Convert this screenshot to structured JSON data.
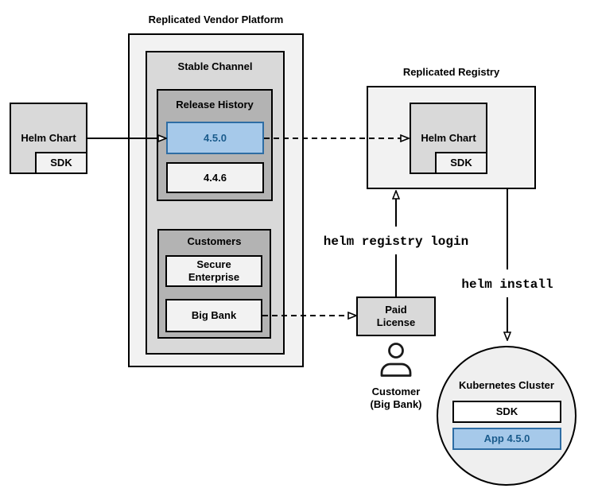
{
  "diagram": {
    "vendor_platform": {
      "title": "Replicated Vendor Platform",
      "stable_channel": {
        "label": "Stable Channel",
        "release_history": {
          "label": "Release History",
          "releases": [
            {
              "version": "4.5.0",
              "highlighted": true
            },
            {
              "version": "4.4.6",
              "highlighted": false
            }
          ]
        },
        "customers": {
          "label": "Customers",
          "items": [
            {
              "name": "Secure Enterprise"
            },
            {
              "name": "Big Bank"
            }
          ]
        }
      }
    },
    "source_helm_chart": {
      "label": "Helm Chart",
      "sdk": "SDK"
    },
    "registry": {
      "title": "Replicated Registry",
      "helm_chart": {
        "label": "Helm Chart",
        "sdk": "SDK"
      }
    },
    "paid_license": {
      "label": "Paid License"
    },
    "customer": {
      "line1": "Customer",
      "line2": "(Big Bank)"
    },
    "commands": {
      "registry_login": "helm registry login",
      "install": "helm install"
    },
    "cluster": {
      "label": "Kubernetes Cluster",
      "sdk": "SDK",
      "app": "App 4.5.0"
    },
    "colors": {
      "surface_light": "#f2f2f2",
      "surface_mid": "#d9d9d9",
      "surface_dark": "#b3b3b3",
      "highlight_fill": "#a6c9ea",
      "highlight_border": "#2e6da4",
      "highlight_text": "#1a5b8c",
      "line": "#000000"
    }
  }
}
